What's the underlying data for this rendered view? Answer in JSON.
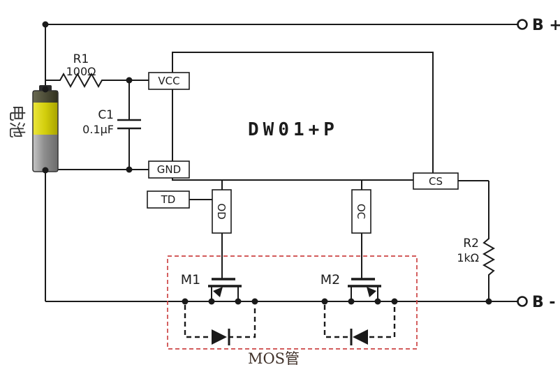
{
  "diagram": {
    "terminals": {
      "bplus": "B +",
      "bminus": "B -"
    },
    "battery": {
      "label": "电池"
    },
    "chip": {
      "name": "DW01+P",
      "pins": {
        "vcc": "VCC",
        "gnd": "GND",
        "td": "TD",
        "od": "OD",
        "oc": "OC",
        "cs": "CS"
      }
    },
    "components": {
      "r1": {
        "ref": "R1",
        "value": "100Ω"
      },
      "c1": {
        "ref": "C1",
        "value": "0.1μF"
      },
      "r2": {
        "ref": "R2",
        "value": "1kΩ"
      },
      "m1": {
        "ref": "M1"
      },
      "m2": {
        "ref": "M2"
      }
    },
    "mos_group": {
      "label": "MOS管"
    },
    "colors": {
      "wire": "#1a1a1a",
      "mos_group_border": "#cc4444",
      "battery_yellow": "#d2cd0c",
      "battery_gray": "#8e8e8e"
    }
  }
}
